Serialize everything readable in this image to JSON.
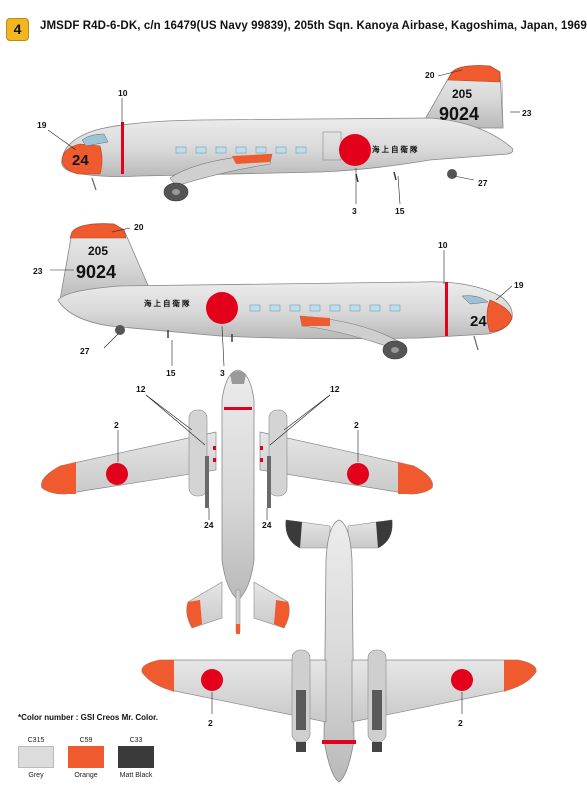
{
  "header": {
    "badge": "4",
    "title": "JMSDF R4D-6-DK, c/n 16479(US Navy 99839), 205th Sqn. Kanoya Airbase, Kagoshima, Japan, 1969"
  },
  "markings": {
    "tail_top": "205",
    "tail_serial": "9024",
    "nose_code": "24",
    "kanji": "海上自衛隊"
  },
  "callouts": {
    "c2": "2",
    "c3": "3",
    "c10": "10",
    "c12": "12",
    "c15": "15",
    "c19": "19",
    "c20": "20",
    "c23": "23",
    "c24": "24",
    "c27": "27"
  },
  "legend": {
    "note": "*Color number : GSI Creos Mr. Color.",
    "swatches": [
      {
        "code": "C315",
        "name": "Grey",
        "color": "#dcdcdc"
      },
      {
        "code": "C59",
        "name": "Orange",
        "color": "#ef5b2e"
      },
      {
        "code": "C33",
        "name": "Matt Black",
        "color": "#3a3a3a"
      }
    ]
  },
  "colors": {
    "fuselage": "#dadada",
    "orange": "#ef5b2e",
    "hinomaru": "#e3001b",
    "dark": "#555555"
  }
}
